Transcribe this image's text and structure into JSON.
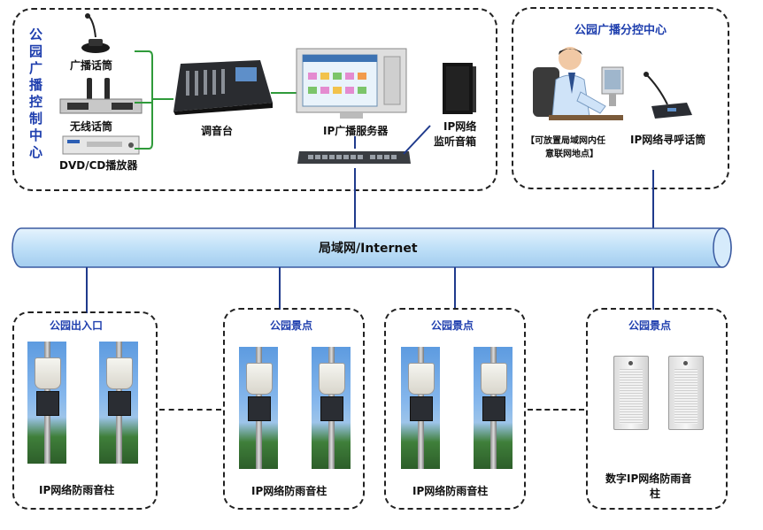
{
  "control_center": {
    "title": "公园广播控制中心",
    "items": {
      "broadcast_mic": "广播话筒",
      "wireless_mic": "无线话筒",
      "dvd_player": "DVD/CD播放器",
      "mixer": "调音台",
      "ip_server": "IP广播服务器",
      "monitor_speaker_line1": "IP网络",
      "monitor_speaker_line2": "监听音箱"
    }
  },
  "sub_control": {
    "title": "公园广播分控中心",
    "operator_note_line1": "【可放置局域网内任",
    "operator_note_line2": "意联网地点】",
    "paging_mic": "IP网络寻呼话筒"
  },
  "network": {
    "label": "局域网/Internet"
  },
  "zones": [
    {
      "title": "公园出入口",
      "device": "IP网络防雨音柱"
    },
    {
      "title": "公园景点",
      "device": "IP网络防雨音柱"
    },
    {
      "title": "公园景点",
      "device": "IP网络防雨音柱"
    },
    {
      "title": "公园景点",
      "device_line1": "数字IP网络防雨音",
      "device_line2": "柱"
    }
  ],
  "colors": {
    "title_blue": "#1f3fae",
    "pipe_blue": "#bfe0f8",
    "link_green": "#2f9a3a",
    "link_blue": "#1f3a8c"
  }
}
